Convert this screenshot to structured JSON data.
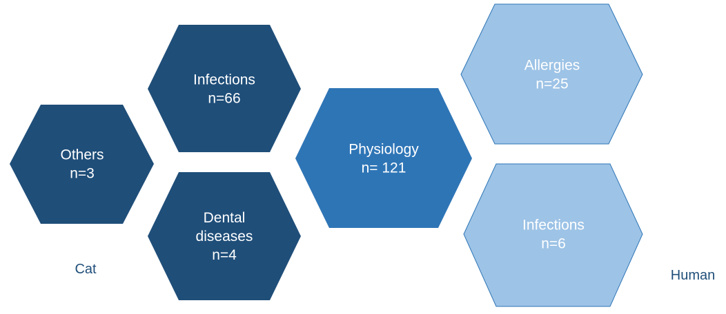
{
  "colors": {
    "dark": "#1f4e79",
    "mid": "#2e75b6",
    "light": "#9dc3e6",
    "light_border": "#2e75b6",
    "text_on_dark": "#ffffff",
    "side_label": "#1f4e79"
  },
  "hexagons": [
    {
      "id": "others",
      "lines": [
        "Others",
        "n=3"
      ],
      "tone": "dark"
    },
    {
      "id": "infections-cat",
      "lines": [
        "Infections",
        "n=66"
      ],
      "tone": "dark"
    },
    {
      "id": "dental-diseases",
      "lines": [
        "Dental",
        "diseases",
        "n=4"
      ],
      "tone": "dark"
    },
    {
      "id": "physiology",
      "lines": [
        "Physiology",
        "n= 121"
      ],
      "tone": "mid"
    },
    {
      "id": "allergies",
      "lines": [
        "Allergies",
        "n=25"
      ],
      "tone": "light"
    },
    {
      "id": "infections-human",
      "lines": [
        "Infections",
        "n=6"
      ],
      "tone": "light"
    }
  ],
  "labels": {
    "cat": "Cat",
    "human": "Human"
  }
}
